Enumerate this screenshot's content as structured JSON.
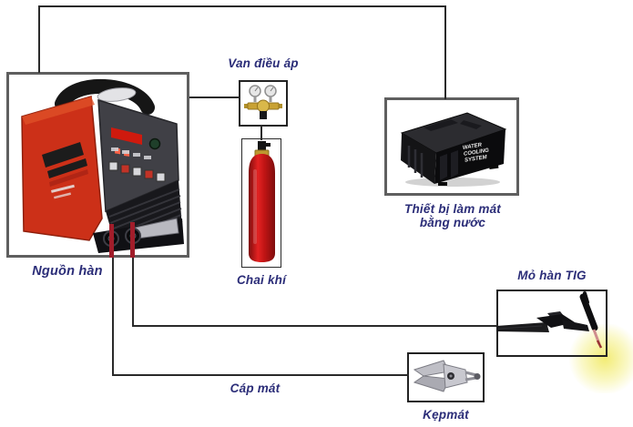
{
  "diagram": {
    "description": "TIG welding equipment connection diagram",
    "components": {
      "power_source": {
        "label": "Nguồn hàn"
      },
      "regulator": {
        "label": "Van điều áp"
      },
      "gas_cylinder": {
        "label": "Chai khí"
      },
      "cooler": {
        "label_line1": "Thiết bị làm mát",
        "label_line2": "bằng nước",
        "device_text_lines": [
          "WATER",
          "COOLING",
          "SYSTEM"
        ]
      },
      "torch": {
        "label": "Mỏ hàn TIG"
      },
      "ground_cable": {
        "label": "Cáp mát"
      },
      "ground_clamp": {
        "label": "Kẹpmát"
      }
    },
    "colors": {
      "label_text": "#2b2d78",
      "wire": "#2a2a2a",
      "machine_red": "#cc3018",
      "cylinder_red": "#c41414",
      "cable_red": "#a11d2a",
      "regulator_gold": "#c9a233",
      "glow_yellow": "#f2eb6e"
    }
  }
}
